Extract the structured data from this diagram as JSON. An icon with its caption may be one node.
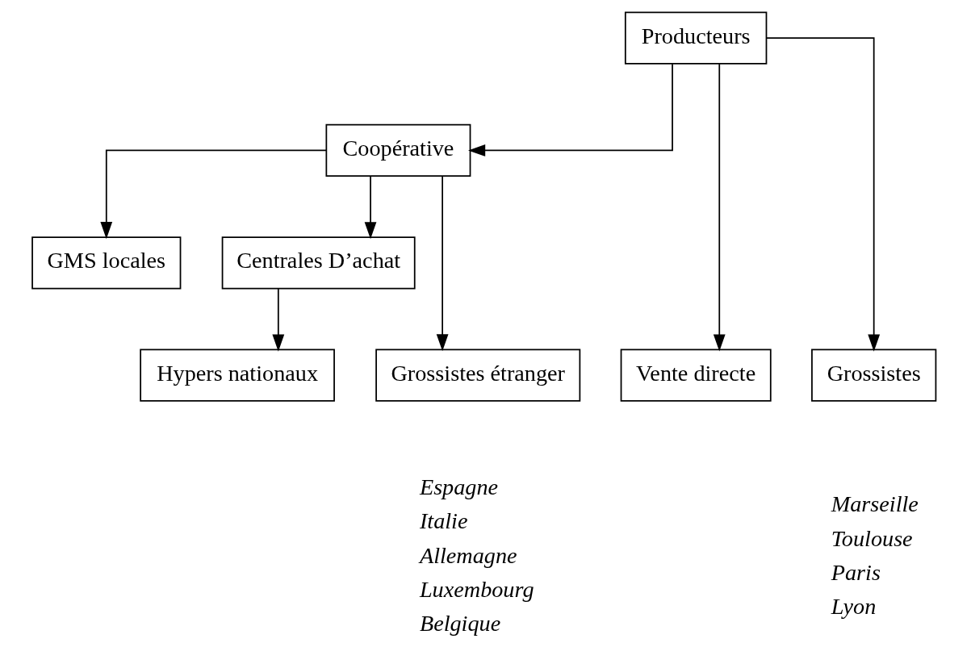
{
  "diagram": {
    "nodes": [
      {
        "text": [
          "Producteurs"
        ]
      },
      {
        "text": [
          "Coopérative"
        ]
      },
      {
        "text": [
          "GMS locales"
        ]
      },
      {
        "text": [
          "Centrales D’achat"
        ]
      },
      {
        "text": [
          "Vente directe"
        ]
      },
      {
        "text": [
          "Grossistes"
        ],
        "beside": [
          "Marseille",
          "Toulouse",
          "Paris",
          "Lyon"
        ]
      },
      {
        "text": [
          "Grossistes étranger"
        ],
        "beside": [
          "Espagne",
          "Italie",
          "Allemagne",
          "Luxembourg",
          "Belgique"
        ]
      },
      {
        "text": [
          "Hypers nationaux"
        ]
      }
    ],
    "edges": [
      {
        "from": 0,
        "to": 4,
        "arrow": "to"
      },
      {
        "from": 0,
        "to": 5,
        "arrow": "to"
      },
      {
        "from": 0,
        "to": 1,
        "arrow": "to"
      },
      {
        "from": 1,
        "to": 2,
        "arrow": "to"
      },
      {
        "from": 1,
        "to": 6,
        "arrow": "to"
      },
      {
        "from": 1,
        "to": 3,
        "arrow": "to"
      },
      {
        "from": 3,
        "to": 7,
        "arrow": "to"
      }
    ]
  }
}
